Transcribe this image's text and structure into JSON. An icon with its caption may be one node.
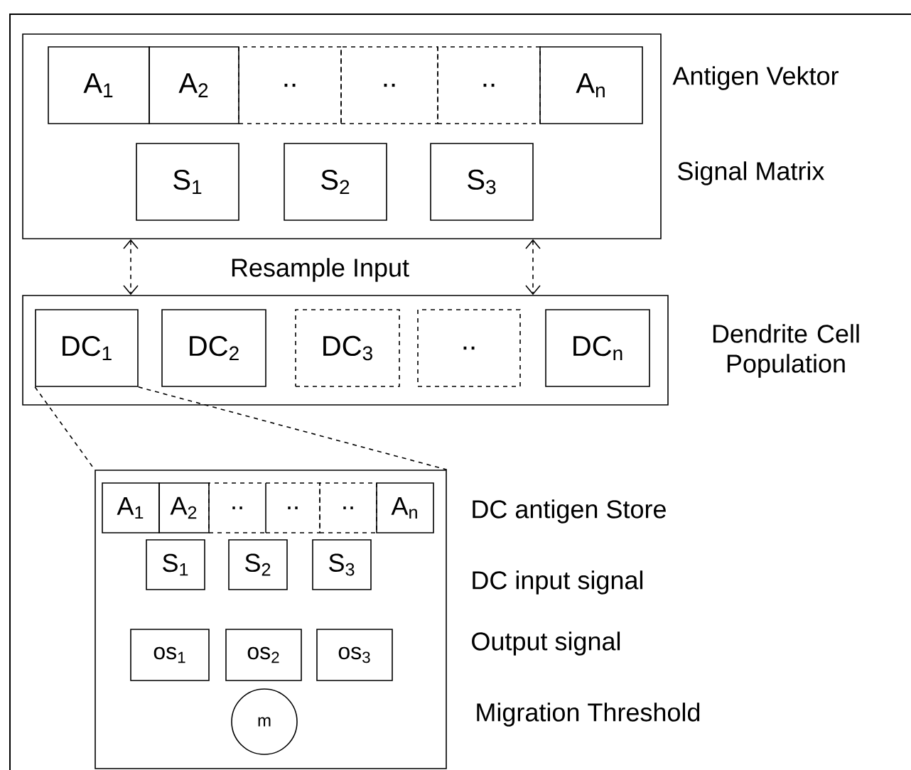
{
  "diagram": {
    "nodes": [
      {
        "text": [],
        "shape": "box"
      },
      {
        "text": [
          "A$_{1}$"
        ],
        "in": 0
      },
      {
        "text": [
          "A$_{2}$"
        ],
        "in": 0
      },
      {
        "text": [
          ".."
        ],
        "in": 0
      },
      {
        "text": [
          ".."
        ],
        "in": 0
      },
      {
        "text": [
          ".."
        ],
        "in": 0
      },
      {
        "text": [
          "A$_{n}$"
        ],
        "in": 0
      },
      {
        "text": [
          "S$_{1}$"
        ],
        "in": 0
      },
      {
        "text": [
          "S$_{2}$"
        ],
        "in": 0
      },
      {
        "text": [
          "S$_{3}$"
        ],
        "in": 0
      },
      {
        "text": [],
        "shape": "box"
      },
      {
        "text": [
          "DC$_{1}$"
        ],
        "in": 10
      },
      {
        "text": [
          "DC$_{2}$"
        ],
        "in": 10
      },
      {
        "text": [
          "DC$_{3}$"
        ],
        "in": 10
      },
      {
        "text": [
          ".."
        ],
        "in": 10
      },
      {
        "text": [
          "DC$_{n}$"
        ],
        "in": 10
      },
      {
        "text": [],
        "shape": "box"
      },
      {
        "text": [
          "A$_{1}$"
        ],
        "in": 16
      },
      {
        "text": [
          "A$_{2}$"
        ],
        "in": 16
      },
      {
        "text": [
          ".."
        ],
        "in": 16
      },
      {
        "text": [
          ".."
        ],
        "in": 16
      },
      {
        "text": [
          ".."
        ],
        "in": 16
      },
      {
        "text": [
          "A$_{n}$"
        ],
        "in": 16
      },
      {
        "text": [
          "S$_{1}$"
        ],
        "in": 16
      },
      {
        "text": [
          "S$_{2}$"
        ],
        "in": 16
      },
      {
        "text": [
          "S$_{3}$"
        ],
        "in": 16
      },
      {
        "text": [
          "os$_{1}$"
        ],
        "in": 16
      },
      {
        "text": [
          "os$_{2}$"
        ],
        "in": 16
      },
      {
        "text": [
          "os$_{3}$"
        ],
        "in": 16
      },
      {
        "text": [
          "m"
        ],
        "in": 16
      }
    ],
    "edges": [
      {
        "from": 0,
        "to": 10,
        "arrow": "both",
        "style": "dashed"
      },
      {
        "from": 0,
        "to": 10,
        "arrow": "both",
        "style": "dashed"
      },
      {
        "from": 11,
        "to": 16,
        "arrow": "none",
        "style": "dashed"
      },
      {
        "from": 11,
        "to": 16,
        "arrow": "none",
        "style": "dashed"
      }
    ],
    "labels": [
      "Antigen Vektor",
      "Signal Matrix",
      "Resample Input",
      "Dendrite Cell Population",
      "DC antigen Store",
      "DC input signal",
      "Output signal",
      "Migration Threshold"
    ]
  }
}
